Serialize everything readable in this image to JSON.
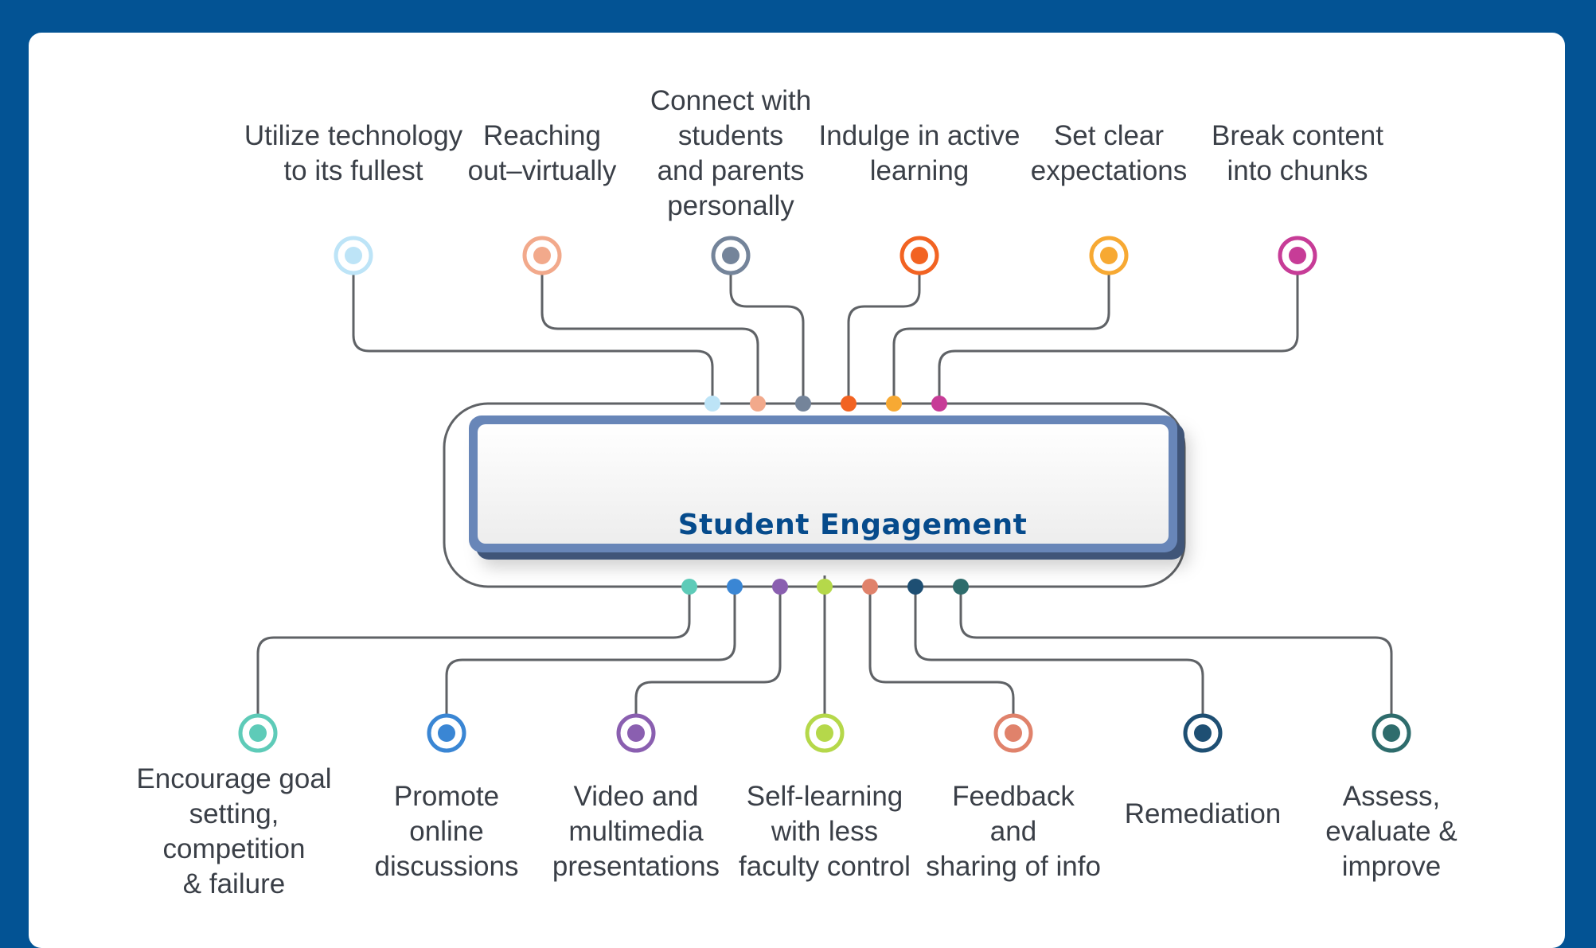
{
  "center": {
    "label": "Student Engagement"
  },
  "top_nodes": [
    {
      "label": "Utilize technology\nto its fullest",
      "color": "#bde4f7"
    },
    {
      "label": "Reaching\nout–virtually",
      "color": "#f2a98b"
    },
    {
      "label": "Connect with\nstudents\nand parents\npersonally",
      "color": "#74849a"
    },
    {
      "label": "Indulge in active\nlearning",
      "color": "#f26322"
    },
    {
      "label": "Set clear\nexpectations",
      "color": "#f7a933"
    },
    {
      "label": "Break content\ninto chunks",
      "color": "#c73c97"
    }
  ],
  "bottom_nodes": [
    {
      "label": "Encourage goal\nsetting,\ncompetition\n& failure",
      "color": "#5ecbb8"
    },
    {
      "label": "Promote\nonline\ndiscussions",
      "color": "#3a86d4"
    },
    {
      "label": "Video and\nmultimedia\npresentations",
      "color": "#8a5fb0"
    },
    {
      "label": "Self-learning\nwith less\nfaculty control",
      "color": "#b5d84a"
    },
    {
      "label": "Feedback\nand\nsharing of info",
      "color": "#e0826b"
    },
    {
      "label": "Remediation",
      "color": "#1e4f73"
    },
    {
      "label": "Assess,\nevaluate &\nimprove",
      "color": "#2e6c6c"
    }
  ],
  "palette": {
    "line": "#5f6266",
    "frame": "#6886b8",
    "frame_dark": "#3f5478",
    "title": "#064b8c"
  }
}
